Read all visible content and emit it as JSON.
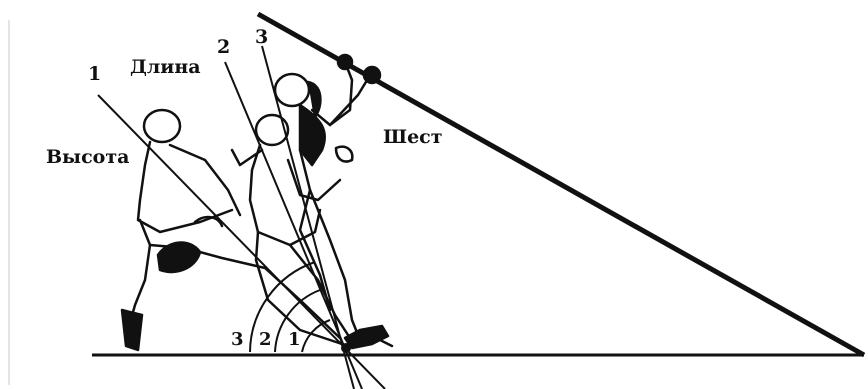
{
  "labels": {
    "height": "Высота",
    "length": "Длина",
    "pole": "Шест",
    "line_1": "1",
    "line_2": "2",
    "line_3": "3",
    "angle_1": "1",
    "angle_2": "2",
    "angle_3": "3"
  },
  "colors": {
    "ink": "#111111",
    "background": "#ffffff"
  }
}
